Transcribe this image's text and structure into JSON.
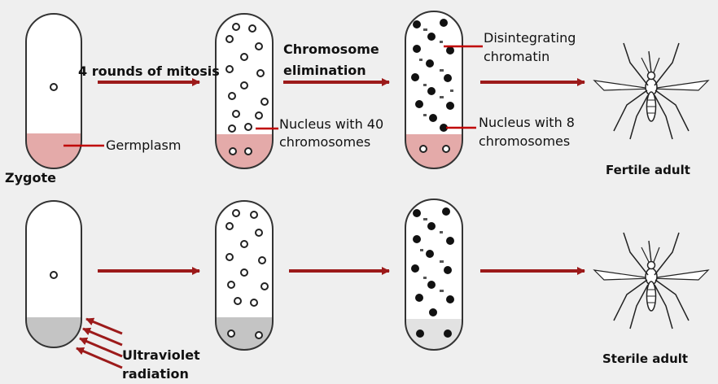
{
  "labels": {
    "mitosis": "4 rounds of mitosis",
    "germplasm": "Germplasm",
    "zygote": "Zygote",
    "chromosome_elimination_1": "Chromosome",
    "chromosome_elimination_2": "elimination",
    "nucleus_40_1": "Nucleus with 40",
    "nucleus_40_2": "chromosomes",
    "disintegrating_1": "Disintegrating",
    "disintegrating_2": "chromatin",
    "nucleus_8_1": "Nucleus with 8",
    "nucleus_8_2": "chromosomes",
    "fertile_adult": "Fertile adult",
    "sterile_adult": "Sterile adult",
    "uv_1": "Ultraviolet",
    "uv_2": "radiation"
  },
  "colors": {
    "arrow": "#9c1a1a",
    "germplasm": "#e4aaa9",
    "germplasm_irradiated": "#c4c4c4",
    "tube_outline": "#333333",
    "tube_fill": "#ffffff",
    "background": "#efefef"
  },
  "icons": {
    "adult": "mosquito-icon",
    "nucleus": "nucleus-ring-icon",
    "chromatin": "chromatin-dot-icon"
  }
}
